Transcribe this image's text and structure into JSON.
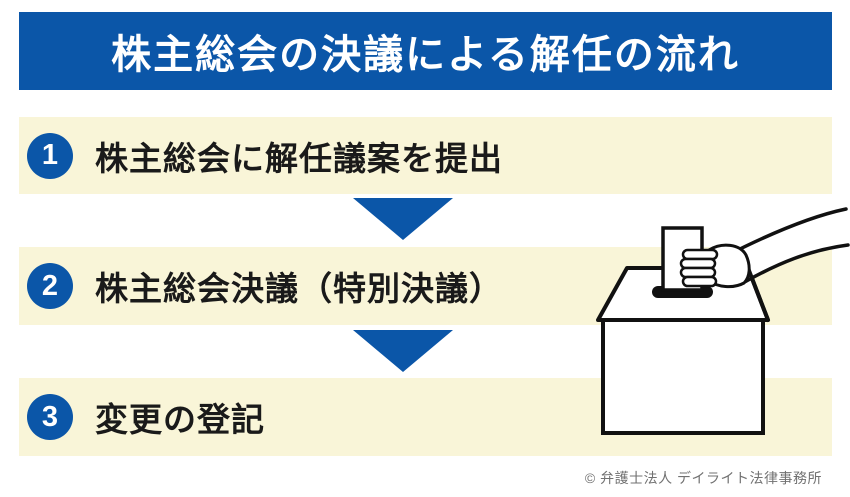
{
  "header": {
    "title": "株主総会の決議による解任の流れ"
  },
  "steps": [
    {
      "number": "1",
      "label": "株主総会に解任議案を提出"
    },
    {
      "number": "2",
      "label": "株主総会決議（特別決議）"
    },
    {
      "number": "3",
      "label": "変更の登記"
    }
  ],
  "illustration": {
    "name": "ballot-box-with-hand",
    "description": "hand inserting ballot paper into ballot box"
  },
  "footer": {
    "copyright": "© 弁護士法人 デイライト法律事務所"
  },
  "colors": {
    "accent_blue": "#0b56a8",
    "band_cream": "#f9f5d8",
    "text_black": "#1a1a1a",
    "copyright_gray": "#717171",
    "line_black": "#111111"
  }
}
